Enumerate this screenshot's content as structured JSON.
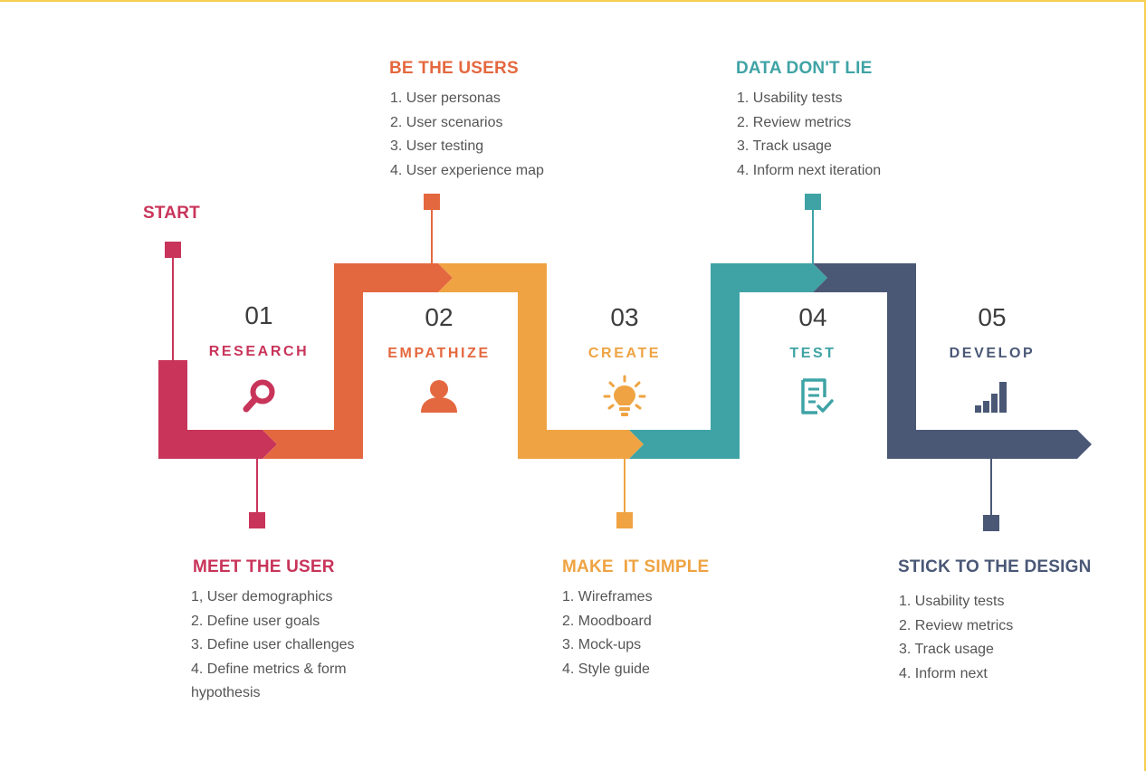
{
  "start_label": "START",
  "colors": {
    "research": "#c8345a",
    "empathize": "#e4683f",
    "create": "#efa342",
    "test": "#3fa3a5",
    "develop": "#4a5876"
  },
  "stages": [
    {
      "number": "01",
      "label": "RESEARCH",
      "icon": "magnifier-icon"
    },
    {
      "number": "02",
      "label": "EMPATHIZE",
      "icon": "user-icon"
    },
    {
      "number": "03",
      "label": "CREATE",
      "icon": "lightbulb-icon"
    },
    {
      "number": "04",
      "label": "TEST",
      "icon": "checklist-icon"
    },
    {
      "number": "05",
      "label": "DEVELOP",
      "icon": "bar-chart-icon"
    }
  ],
  "callouts": {
    "be_the_users": {
      "title": "BE THE USERS",
      "items": [
        "1. User personas",
        "2. User scenarios",
        "3. User testing",
        "4. User experience map"
      ]
    },
    "data_dont_lie": {
      "title": "DATA DON'T LIE",
      "items": [
        "1. Usability tests",
        "2. Review metrics",
        "3. Track usage",
        "4. Inform next iteration"
      ]
    },
    "meet_the_user": {
      "title": "MEET THE USER",
      "items": [
        "1, User demographics",
        "2. Define user goals",
        "3. Define user challenges",
        "4. Define metrics & form",
        "hypothesis"
      ]
    },
    "make_it_simple": {
      "title": "MAKE  IT SIMPLE",
      "items": [
        "1. Wireframes",
        "2. Moodboard",
        "3. Mock-ups",
        "4. Style guide"
      ]
    },
    "stick_to_design": {
      "title": "STICK TO THE DESIGN",
      "items": [
        "1. Usability tests",
        "2. Review metrics",
        "3. Track usage",
        "4. Inform next"
      ]
    }
  }
}
